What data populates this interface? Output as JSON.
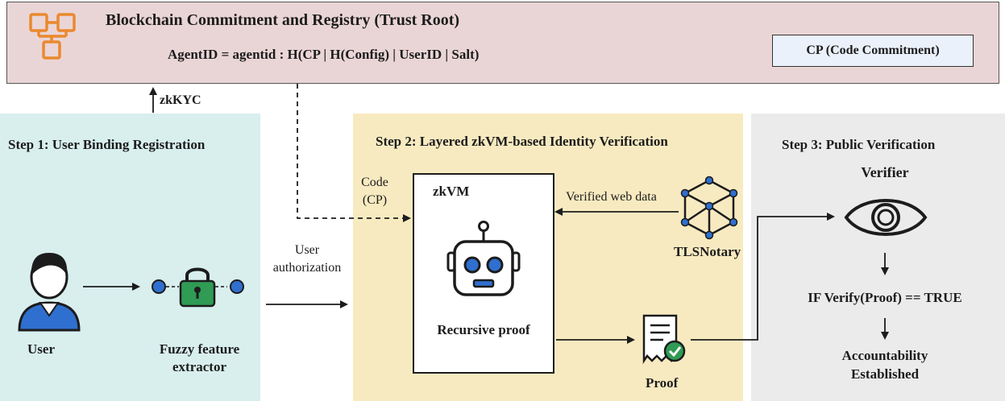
{
  "trust_root": {
    "title": "Blockchain Commitment and Registry (Trust Root)",
    "formula": "AgentID = agentid : H(CP | H(Config) | UserID | Salt)",
    "cp_box": "CP (Code Commitment)"
  },
  "zkkyc_label": "zkKYC",
  "step1": {
    "title": "Step 1: User Binding Registration",
    "user_label": "User",
    "extractor_label_1": "Fuzzy feature",
    "extractor_label_2": "extractor"
  },
  "auth": {
    "line1": "User",
    "line2": "authorization"
  },
  "step2": {
    "title": "Step 2: Layered zkVM-based Identity Verification",
    "code_line1": "Code",
    "code_line2": "(CP)",
    "zkvm_label": "zkVM",
    "recursive_label": "Recursive proof",
    "web_data_label": "Verified web data",
    "tlsnotary_label": "TLSNotary",
    "proof_label": "Proof"
  },
  "step3": {
    "title": "Step 3: Public Verification",
    "verifier_label": "Verifier",
    "condition": "IF Verify(Proof) == TRUE",
    "result_line1": "Accountability",
    "result_line2": "Established"
  },
  "colors": {
    "trust_root_bg": "#ead5d6",
    "step1_bg": "#d8efee",
    "step2_bg": "#f8eac0",
    "step3_bg": "#ebebeb",
    "accent_orange": "#e9892f",
    "lock_green": "#2f9b55",
    "dot_blue": "#2f6fcf",
    "ink": "#1c1c1c"
  }
}
